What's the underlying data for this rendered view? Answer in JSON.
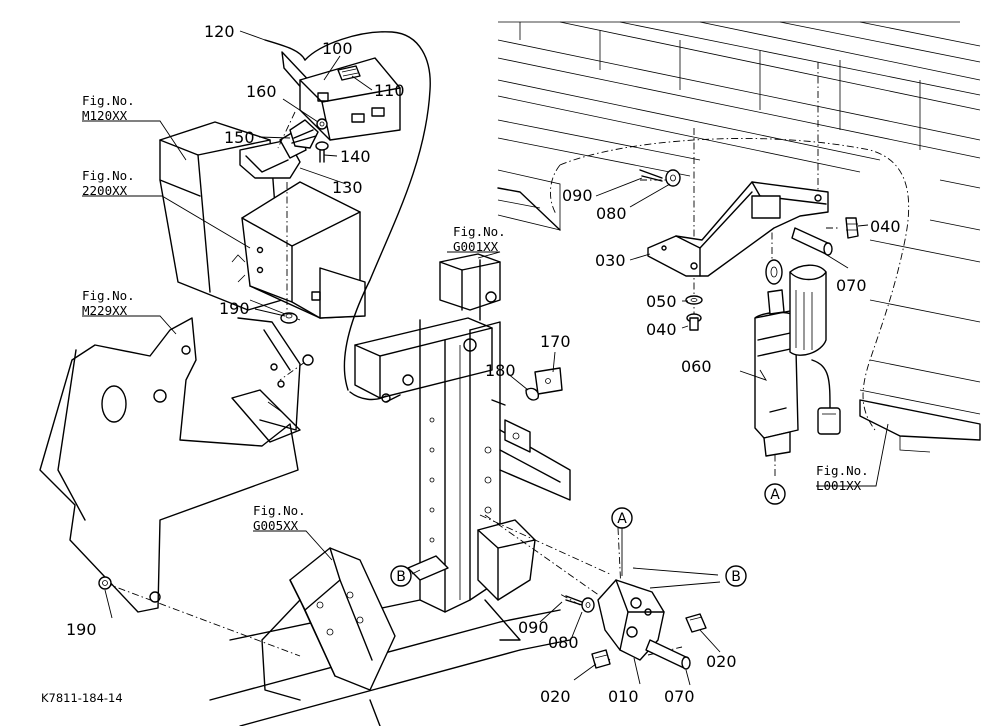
{
  "drawing_code": "K7811-184-14",
  "fig_refs": [
    {
      "line1": "Fig.No.",
      "line2": "M120XX"
    },
    {
      "line1": "Fig.No.",
      "line2": "2200XX"
    },
    {
      "line1": "Fig.No.",
      "line2": "M229XX"
    },
    {
      "line1": "Fig.No.",
      "line2": "G001XX"
    },
    {
      "line1": "Fig.No.",
      "line2": "G005XX"
    },
    {
      "line1": "Fig.No.",
      "line2": "L001XX"
    }
  ],
  "callouts": {
    "a": "A",
    "b": "B"
  },
  "part_numbers": {
    "p120": "120",
    "p100": "100",
    "p110": "110",
    "p160": "160",
    "p150": "150",
    "p140": "140",
    "p130": "130",
    "p190": "190",
    "p170": "170",
    "p180": "180",
    "p090": "090",
    "p080": "080",
    "p030": "030",
    "p040": "040",
    "p070": "070",
    "p050": "050",
    "p060": "060",
    "p010": "010",
    "p020": "020"
  }
}
